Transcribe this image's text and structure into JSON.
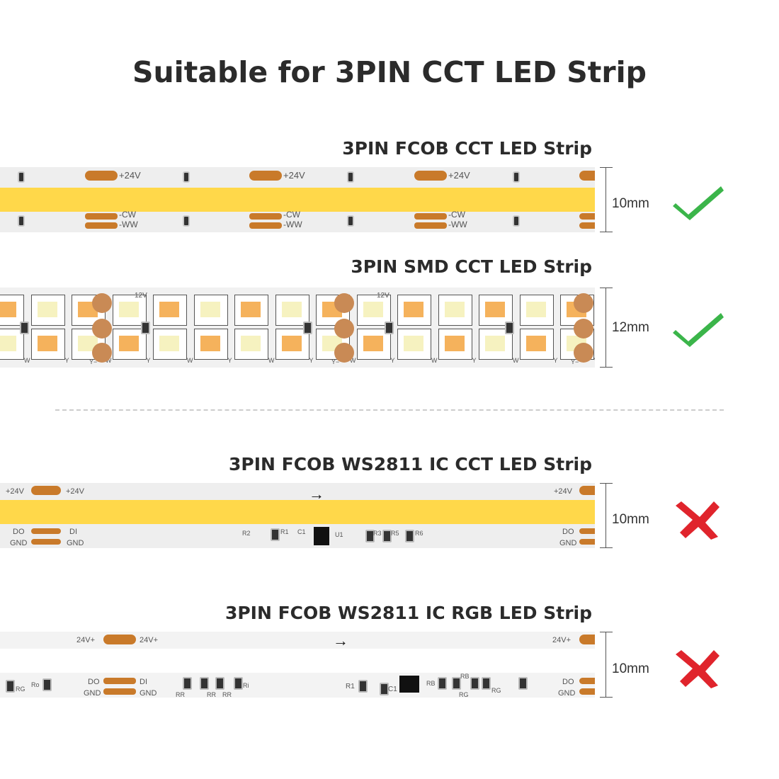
{
  "title": "Suitable for 3PIN CCT LED Strip",
  "strips": [
    {
      "name": "3PIN FCOB CCT LED Strip",
      "width": "10mm",
      "suitable": true,
      "labels": {
        "top": "+24V",
        "mid": "-CW",
        "bot": "-WW"
      }
    },
    {
      "name": "3PIN SMD CCT LED Strip",
      "width": "12mm",
      "suitable": true,
      "labels": {
        "v": "12V",
        "w": "W",
        "y": "Y",
        "yminus": "Y−"
      }
    },
    {
      "name": "3PIN FCOB WS2811 IC CCT LED Strip",
      "width": "10mm",
      "suitable": false,
      "labels": {
        "v": "+24V",
        "do": "DO",
        "di": "DI",
        "gnd": "GND",
        "r2": "R2",
        "r1": "R1",
        "c1": "C1",
        "u1": "U1",
        "r3": "R3",
        "r5": "R5",
        "r6": "R6"
      }
    },
    {
      "name": "3PIN FCOB WS2811 IC RGB LED Strip",
      "width": "10mm",
      "suitable": false,
      "labels": {
        "v": "24V+",
        "do": "DO",
        "di": "DI",
        "gnd": "GND",
        "ro": "Ro",
        "rg": "RG",
        "rr": "RR",
        "ri": "Ri",
        "r1": "R1",
        "c1": "C1",
        "rb": "RB"
      }
    }
  ],
  "colors": {
    "check": "#3bb54a",
    "cross": "#e0242c",
    "cob_yellow": "#ffd84a",
    "pad": "#c97a2a"
  },
  "icons": {
    "suitable": "check-icon",
    "unsuitable": "cross-icon"
  }
}
